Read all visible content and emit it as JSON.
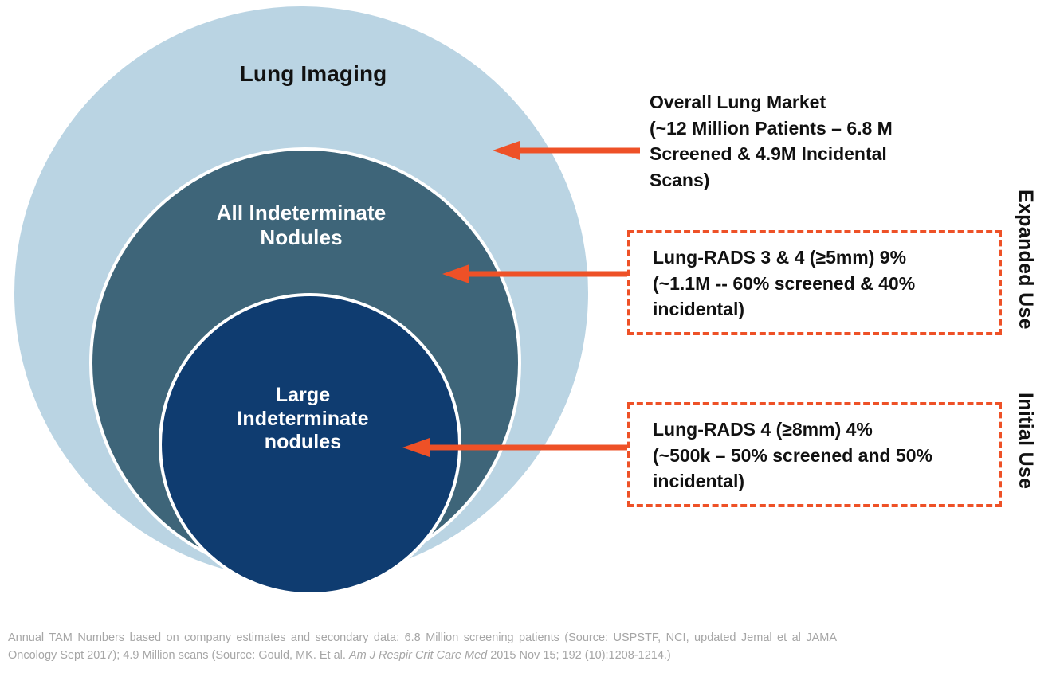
{
  "diagram": {
    "circles": [
      {
        "id": "lung-imaging",
        "label": "Lung Imaging",
        "color": "#bad4e3"
      },
      {
        "id": "all-indeterminate",
        "label": "All Indeterminate\nNodules",
        "color": "#3e6579"
      },
      {
        "id": "large-indeterminate",
        "label": "Large\nIndeterminate\nnodules",
        "color": "#0f3c70"
      }
    ],
    "labels": {
      "outer": "Lung Imaging",
      "middle_line1": "All Indeterminate",
      "middle_line2": "Nodules",
      "inner_line1": "Large",
      "inner_line2": "Indeterminate",
      "inner_line3": "nodules"
    }
  },
  "callouts": [
    {
      "id": "overall-lung-market",
      "boxed": false,
      "line1": "Overall Lung Market",
      "line2": "(~12 Million Patients – 6.8 M",
      "line3": "Screened & 4.9M Incidental",
      "line4": "Scans)"
    },
    {
      "id": "lung-rads-3-4",
      "boxed": true,
      "line1": "Lung-RADS 3 & 4 (≥5mm) 9%",
      "line2": "(~1.1M --  60% screened & 40%",
      "line3": "incidental)"
    },
    {
      "id": "lung-rads-4",
      "boxed": true,
      "line1": "Lung-RADS 4 (≥8mm) 4%",
      "line2": "(~500k – 50% screened and 50%",
      "line3": "incidental)"
    }
  ],
  "side_labels": {
    "expanded": "Expanded Use",
    "initial": "Initial Use"
  },
  "footnote": {
    "part1": "Annual TAM Numbers based on company estimates and secondary data: 6.8 Million screening patients (Source: USPSTF, NCI, updated Jemal et al JAMA Oncology Sept 2017); 4.9 Million scans (Source: Gould, MK. Et al. ",
    "italic": "Am J Respir Crit Care Med",
    "part2": " 2015 Nov 15; 192 (10):1208-1214.)"
  },
  "colors": {
    "outer_circle": "#bad4e3",
    "middle_circle": "#3e6579",
    "inner_circle": "#0f3c70",
    "arrow": "#ee5127",
    "dashed_border": "#ee5127",
    "footnote_text": "#a6a6a6"
  }
}
